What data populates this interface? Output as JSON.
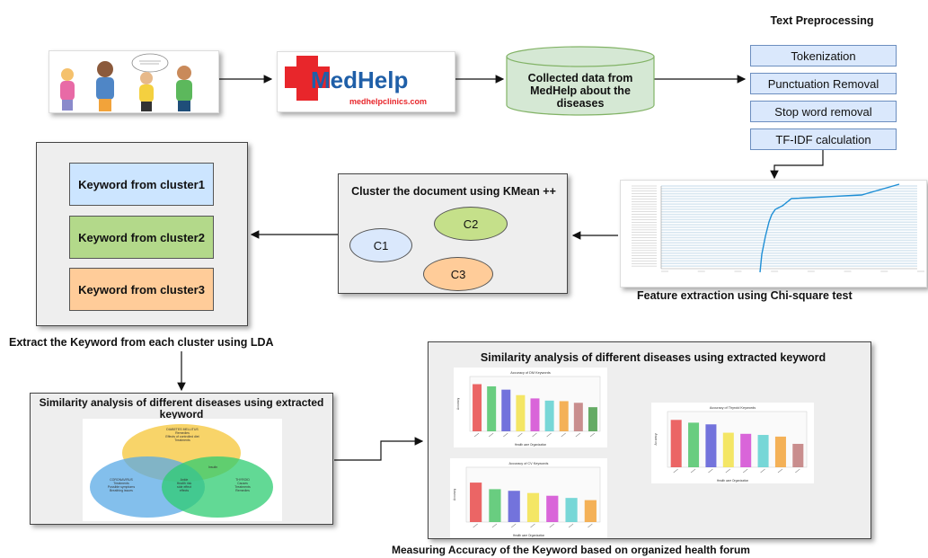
{
  "people_image": {
    "speech_text": ""
  },
  "medhelp": {
    "logo_text": "MedHelp",
    "url_text": "medhelpclinics.com"
  },
  "database": {
    "label": "Collected data from MedHelp about the diseases"
  },
  "text_preprocessing": {
    "title": "Text Preprocessing",
    "steps": [
      "Tokenization",
      "Punctuation Removal",
      "Stop word removal",
      "TF-IDF calculation"
    ]
  },
  "feature_extraction": {
    "caption": "Feature extraction using Chi-square test"
  },
  "clustering": {
    "title": "Cluster the document using KMean ++",
    "clusters": [
      "C1",
      "C2",
      "C3"
    ]
  },
  "keywords": {
    "items": [
      "Keyword from cluster1",
      "Keyword from cluster2",
      "Keyword from cluster3"
    ],
    "caption": "Extract the Keyword from each cluster using LDA"
  },
  "similarity_left": {
    "title": "Similarity analysis of different diseases using extracted keyword",
    "venn": {
      "top": [
        "DIABETES MELLITUS",
        "Remedies",
        "Effects of controlled diet",
        "Treatments"
      ],
      "left": [
        "CORONAVIRUS",
        "Treatments",
        "Possible symptoms",
        "Breathing issues"
      ],
      "right": [
        "THYROID",
        "Causes",
        "Treatments",
        "Remedies"
      ],
      "center": [
        "Ankle",
        "Health risk",
        "side effect",
        "effects"
      ],
      "overlap_tr": "Insulin"
    }
  },
  "similarity_right": {
    "title": "Similarity analysis of different diseases using extracted keyword",
    "charts": [
      {
        "title": "Accuracy of DM Keywords",
        "xlabel": "Health care Organization",
        "ylabel": "Accuracy"
      },
      {
        "title": "Accuracy of Thyroid Keywords",
        "xlabel": "Health care Organization",
        "ylabel": "Accuracy"
      },
      {
        "title": "Accuracy of CV Keywords",
        "xlabel": "Health care Organization",
        "ylabel": "Accuracy"
      }
    ],
    "caption": "Measuring Accuracy of the Keyword based on organized health forum"
  },
  "colors": {
    "blue": "#dae8fc",
    "green": "#d5e8d4",
    "keyword_blue": "#cce5ff",
    "keyword_green": "#b3d98a",
    "keyword_orange": "#ffcc99",
    "panel": "#eeeeee"
  }
}
